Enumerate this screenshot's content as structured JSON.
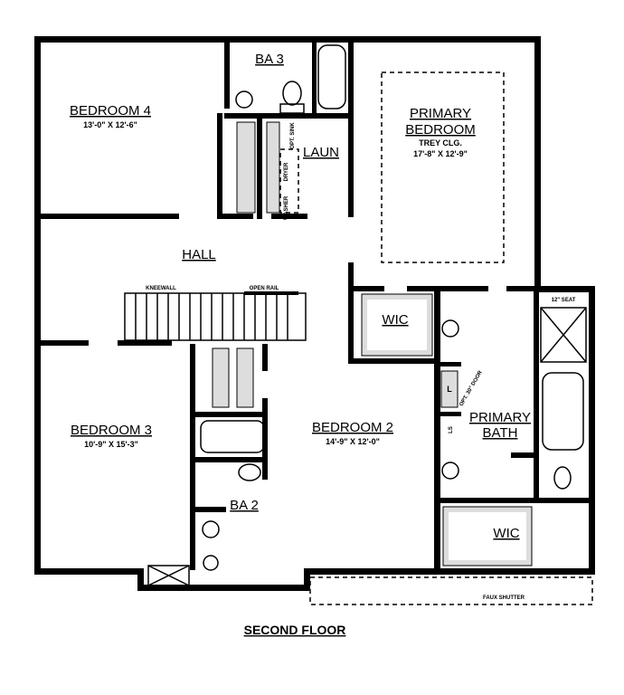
{
  "plan": {
    "title": "SECOND FLOOR",
    "rooms": {
      "bedroom4": {
        "name": "BEDROOM 4",
        "dims": "13'-0\" X 12'-6\""
      },
      "ba3": {
        "name": "BA 3"
      },
      "laun": {
        "name": "LAUN"
      },
      "primary_bedroom": {
        "name1": "PRIMARY",
        "name2": "BEDROOM",
        "note": "TREY CLG.",
        "dims": "17'-8\" X 12'-9\""
      },
      "hall": {
        "name": "HALL"
      },
      "wic1": {
        "name": "WIC"
      },
      "primary_bath": {
        "name1": "PRIMARY",
        "name2": "BATH"
      },
      "bedroom3": {
        "name": "BEDROOM 3",
        "dims": "10'-9\" X 15'-3\""
      },
      "bedroom2": {
        "name": "BEDROOM 2",
        "dims": "14'-9\" X 12'-0\""
      },
      "ba2": {
        "name": "BA 2"
      },
      "wic2": {
        "name": "WIC"
      }
    },
    "labels": {
      "kneewall": "KNEEWALL",
      "open_rail": "OPEN RAIL",
      "seat": "12\" SEAT",
      "faux_shutter": "FAUX SHUTTER",
      "washer": "WASHER",
      "dryer": "DRYER",
      "opt_sink": "OPT. SINK",
      "linen": "L",
      "linen2": "LS",
      "opt_door": "OPT. 30\" DOOR"
    }
  }
}
